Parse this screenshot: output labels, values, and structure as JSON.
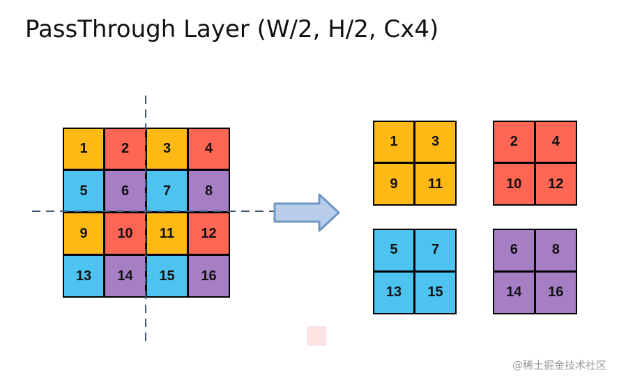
{
  "title": "PassThrough Layer (W/2, H/2, Cx4)",
  "colors": {
    "orange": "#FFB914",
    "red": "#FF6654",
    "blue": "#4DC3F0",
    "purple": "#A57EC4",
    "arrow_fill": "#B7CDE9",
    "arrow_stroke": "#6F95C4",
    "dash": "#3D5A78"
  },
  "source_grid": {
    "cells": [
      {
        "label": "1",
        "color": "orange"
      },
      {
        "label": "2",
        "color": "red"
      },
      {
        "label": "3",
        "color": "orange"
      },
      {
        "label": "4",
        "color": "red"
      },
      {
        "label": "5",
        "color": "blue"
      },
      {
        "label": "6",
        "color": "purple"
      },
      {
        "label": "7",
        "color": "blue"
      },
      {
        "label": "8",
        "color": "purple"
      },
      {
        "label": "9",
        "color": "orange"
      },
      {
        "label": "10",
        "color": "red"
      },
      {
        "label": "11",
        "color": "orange"
      },
      {
        "label": "12",
        "color": "red"
      },
      {
        "label": "13",
        "color": "blue"
      },
      {
        "label": "14",
        "color": "purple"
      },
      {
        "label": "15",
        "color": "blue"
      },
      {
        "label": "16",
        "color": "purple"
      }
    ]
  },
  "output_grids": [
    {
      "color": "orange",
      "labels": [
        "1",
        "3",
        "9",
        "11"
      ]
    },
    {
      "color": "red",
      "labels": [
        "2",
        "4",
        "10",
        "12"
      ]
    },
    {
      "color": "blue",
      "labels": [
        "5",
        "7",
        "13",
        "15"
      ]
    },
    {
      "color": "purple",
      "labels": [
        "6",
        "8",
        "14",
        "16"
      ]
    }
  ],
  "watermark": "@稀土掘金技术社区"
}
